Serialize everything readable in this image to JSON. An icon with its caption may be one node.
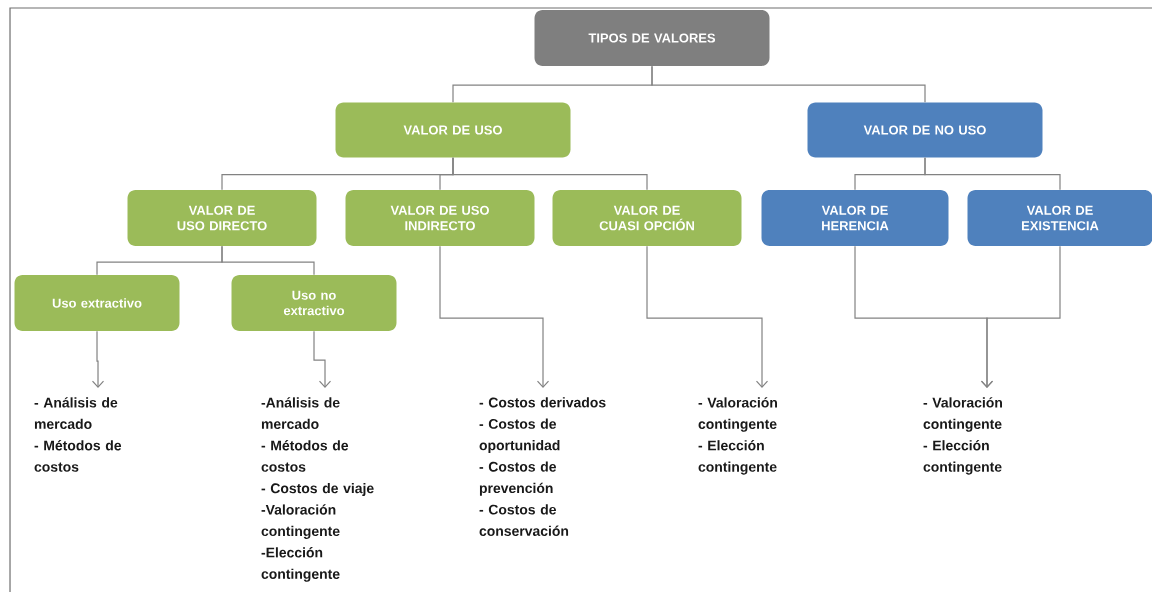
{
  "diagram": {
    "nodes": [
      {
        "text": [
          "TIPOS DE VALORES"
        ]
      },
      {
        "text": [
          "VALOR DE USO"
        ]
      },
      {
        "text": [
          "VALOR DE NO USO"
        ]
      },
      {
        "text": [
          "VALOR DE USO DIRECTO"
        ]
      },
      {
        "text": [
          "VALOR DE USO INDIRECTO"
        ]
      },
      {
        "text": [
          "VALOR DE CUASI OPCIÓN"
        ]
      },
      {
        "text": [
          "VALOR DE HERENCIA"
        ]
      },
      {
        "text": [
          "VALOR DE EXISTENCIA"
        ]
      },
      {
        "text": [
          "Uso extractivo"
        ]
      },
      {
        "text": [
          "Uso no extractivo"
        ]
      },
      {
        "text": [
          "- Análisis de mercado",
          "- Métodos de costos"
        ]
      },
      {
        "text": [
          "-Análisis de mercado",
          "- Métodos de costos",
          "- Costos de viaje",
          "-Valoración contingente",
          "-Elección contingente"
        ]
      },
      {
        "text": [
          "- Costos derivados",
          "- Costos de oportunidad",
          "- Costos de prevención",
          "- Costos de conservación"
        ]
      },
      {
        "text": [
          "- Valoración contingente",
          "- Elección contingente"
        ]
      },
      {
        "text": [
          "- Valoración contingente",
          "- Elección contingente"
        ]
      }
    ],
    "edges": [
      {
        "from": 0,
        "to": 1,
        "arrow": "none"
      },
      {
        "from": 0,
        "to": 2,
        "arrow": "none"
      },
      {
        "from": 1,
        "to": 3,
        "arrow": "none"
      },
      {
        "from": 1,
        "to": 4,
        "arrow": "none"
      },
      {
        "from": 1,
        "to": 5,
        "arrow": "none"
      },
      {
        "from": 2,
        "to": 6,
        "arrow": "none"
      },
      {
        "from": 2,
        "to": 7,
        "arrow": "none"
      },
      {
        "from": 3,
        "to": 8,
        "arrow": "none"
      },
      {
        "from": 3,
        "to": 9,
        "arrow": "none"
      },
      {
        "from": 8,
        "to": 10,
        "arrow": "to"
      },
      {
        "from": 9,
        "to": 11,
        "arrow": "to"
      },
      {
        "from": 4,
        "to": 12,
        "arrow": "to"
      },
      {
        "from": 5,
        "to": 13,
        "arrow": "to"
      },
      {
        "from": 6,
        "to": 14,
        "arrow": "to"
      },
      {
        "from": 7,
        "to": 14,
        "arrow": "to"
      }
    ]
  }
}
